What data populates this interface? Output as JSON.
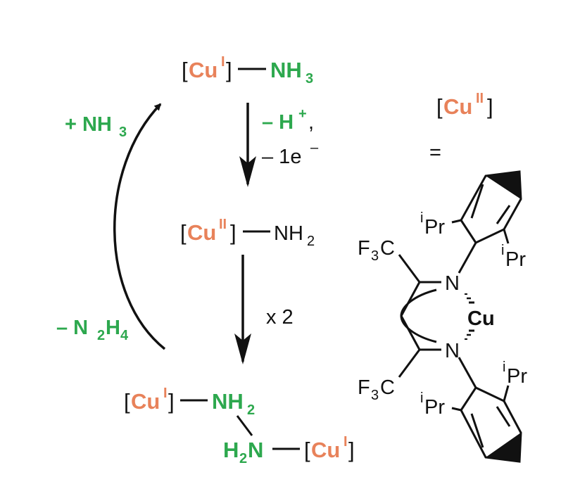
{
  "colors": {
    "copper": "#E8825A",
    "ammonia_green": "#2DA84E",
    "ink": "#111111"
  },
  "scheme": {
    "top_complex": {
      "lb": "[",
      "metal": "Cu",
      "ox": "I",
      "rb": "]",
      "ligand": "NH",
      "ligand_sub": "3"
    },
    "step1": {
      "line1": "– H",
      "line1_sup": "+",
      "line1_tail": ",",
      "line2": "– 1e",
      "line2_sup": "–"
    },
    "middle_complex": {
      "lb": "[",
      "metal": "Cu",
      "ox": "II",
      "rb": "]",
      "ligand": "NH",
      "ligand_sub": "2"
    },
    "step2": {
      "label": "x 2"
    },
    "bottom_complex": {
      "left_cu": {
        "lb": "[",
        "metal": "Cu",
        "ox": "I",
        "rb": "]"
      },
      "nh2_top": {
        "text": "NH",
        "sub": "2"
      },
      "h2n": {
        "h": "H",
        "sub": "2",
        "n": "N"
      },
      "right_cu": {
        "lb": "[",
        "metal": "Cu",
        "ox": "I",
        "rb": "]"
      }
    },
    "left_arc": {
      "add": {
        "prefix": "+ NH",
        "sub": "3"
      },
      "remove": {
        "prefix": "– N",
        "sub1": "2",
        "mid": "H",
        "sub2": "4"
      }
    }
  },
  "definition": {
    "label": {
      "lb": "[",
      "metal": "Cu",
      "ox": "II",
      "rb": "]"
    },
    "equals": "=",
    "structure": {
      "f3c_top": {
        "f": "F",
        "sub": "3",
        "c": "C"
      },
      "f3c_bottom": {
        "f": "F",
        "sub": "3",
        "c": "C"
      },
      "n_top": "N",
      "n_bottom": "N",
      "metal": "Cu",
      "ipr": [
        {
          "sup": "i",
          "text": "Pr"
        },
        {
          "sup": "i",
          "text": "Pr"
        },
        {
          "sup": "i",
          "text": "Pr"
        },
        {
          "sup": "i",
          "text": "Pr"
        }
      ]
    }
  }
}
